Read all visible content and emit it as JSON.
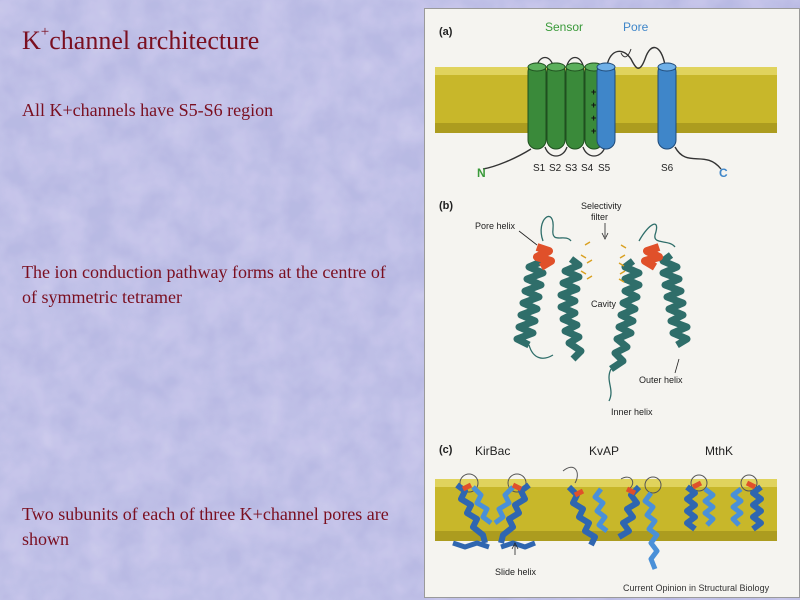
{
  "slide": {
    "title_main": "K",
    "title_sup": "+",
    "title_rest": "channel architecture",
    "point1": "All K+channels  have S5-S6 region",
    "point2": "The ion conduction pathway forms at the centre of of symmetric  tetramer",
    "point3": "Two subunits of each of three K+channel pores are shown"
  },
  "figure": {
    "panel_a": {
      "label": "(a)",
      "sensor": "Sensor",
      "pore": "Pore",
      "n_term": "N",
      "c_term": "C",
      "segments": [
        "S1",
        "S2",
        "S3",
        "S4",
        "S5",
        "S6"
      ],
      "charges": "+"
    },
    "panel_b": {
      "label": "(b)",
      "selectivity": "Selectivity",
      "filter": "filter",
      "pore_helix": "Pore helix",
      "cavity": "Cavity",
      "outer_helix": "Outer helix",
      "inner_helix": "Inner helix"
    },
    "panel_c": {
      "label": "(c)",
      "kirbac": "KirBac",
      "kvap": "KvAP",
      "mthk": "MthK",
      "slide_helix": "Slide helix"
    },
    "credit": "Current Opinion in Structural Biology"
  },
  "colors": {
    "text": "#7a0f20",
    "membrane": "#c8b72a",
    "sensor_green": "#3a8a3a",
    "pore_blue": "#3f86c9",
    "helix_teal": "#2f6e6a",
    "highlight_red": "#e0502a"
  }
}
